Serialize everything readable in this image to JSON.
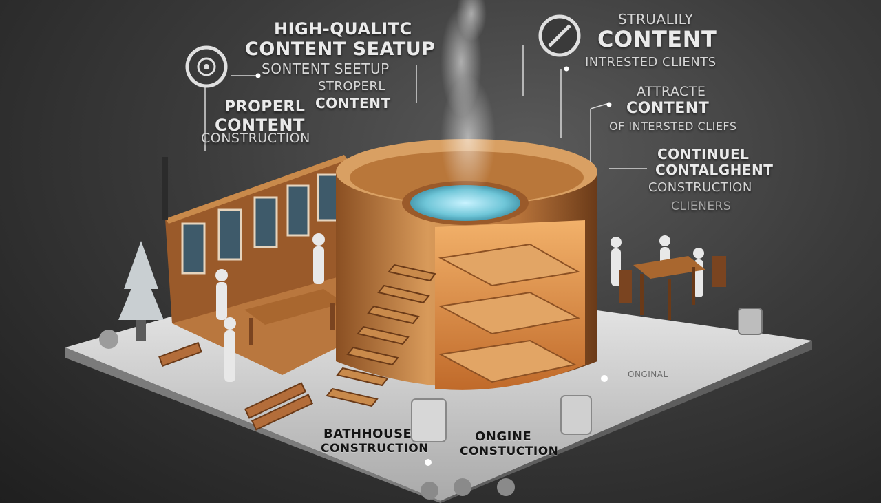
{
  "callouts_left": {
    "line1": "HIGH-QUALITC",
    "line2": "CONTENT SEATUP",
    "line3": "SONTENT SEETUP",
    "line4": "PROPERL",
    "line5": "CONTENT",
    "line6": "CONSTRUCTION",
    "line7": "STROPERL",
    "line8": "CONTENT"
  },
  "callouts_right": {
    "line1": "STRUALILY",
    "line2": "CONTENT",
    "line3": "INTRESTED CLIENTS",
    "line4": "ATTRACTE",
    "line5": "CONTENT",
    "line6": "OF INTERSTED CLIEFS",
    "line7": "CONTINUEL",
    "line8": "CONTALGHENT",
    "line9": "CONSTRUCTION",
    "line10": "CLIENERS"
  },
  "ground_labels": {
    "bathhouse_line1": "BATHHOUSE",
    "bathhouse_line2": "CONSTRUCTION",
    "ongine_line1": "ONGINE",
    "ongine_line2": "CONSTUCTION",
    "original": "ONGINAL"
  },
  "colors": {
    "background": "#2c2c2c",
    "wood": "#c98a4b",
    "water": "#6fc6d8",
    "platform": "#dcdcdc"
  },
  "icons": [
    "target-icon",
    "no-sign-icon"
  ]
}
